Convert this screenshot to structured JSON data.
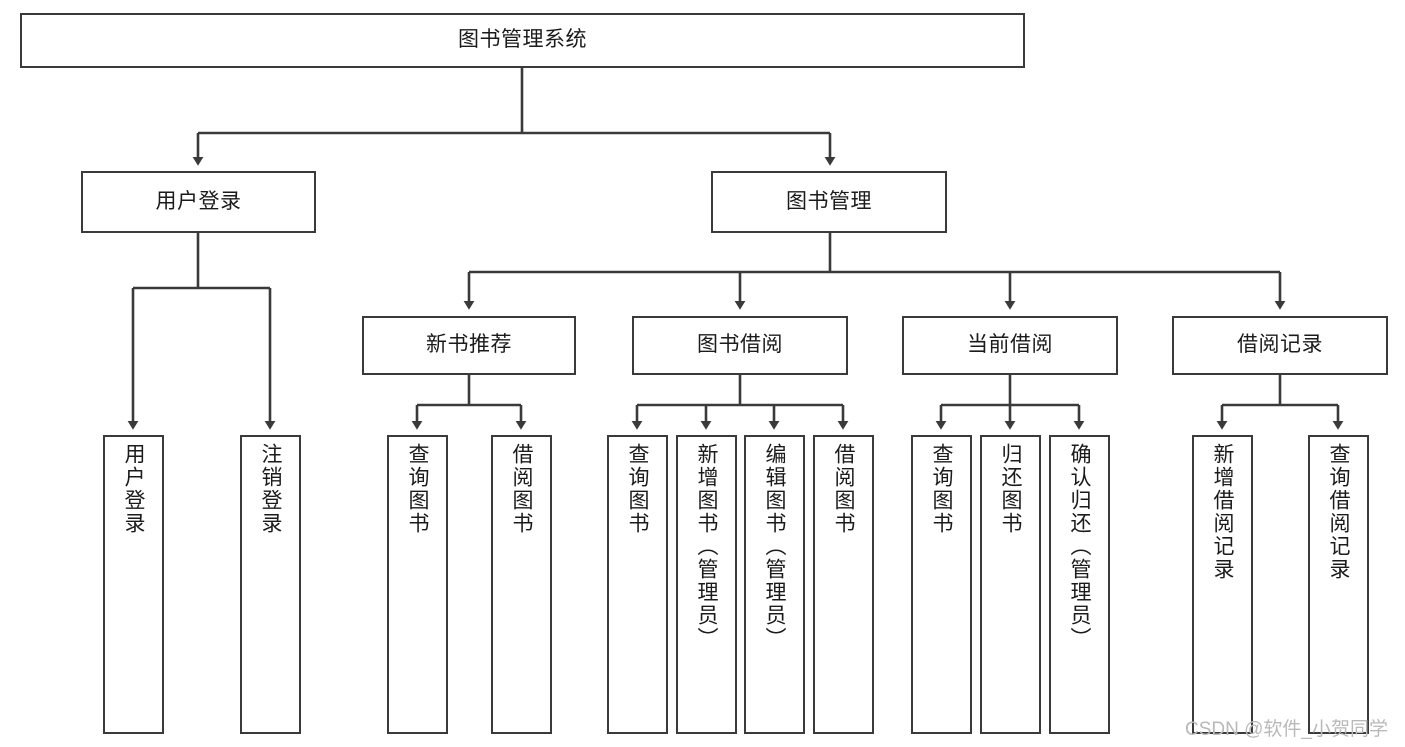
{
  "diagram": {
    "type": "tree",
    "title": "图书管理系统",
    "orientation": "top-down",
    "colors": {
      "box_stroke": "#3a3a3a",
      "box_fill": "#ffffff",
      "edge_stroke": "#3a3a3a",
      "text": "#1b1b1b",
      "watermark": "#b9b9b9",
      "background": "#ffffff"
    },
    "root": {
      "label": "图书管理系统",
      "children": [
        {
          "label": "用户登录",
          "children": [
            {
              "label": "用户登录"
            },
            {
              "label": "注销登录"
            }
          ]
        },
        {
          "label": "图书管理",
          "children": [
            {
              "label": "新书推荐",
              "children": [
                {
                  "label": "查询图书"
                },
                {
                  "label": "借阅图书"
                }
              ]
            },
            {
              "label": "图书借阅",
              "children": [
                {
                  "label": "查询图书"
                },
                {
                  "label": "新增图书（管理员）"
                },
                {
                  "label": "编辑图书（管理员）"
                },
                {
                  "label": "借阅图书"
                }
              ]
            },
            {
              "label": "当前借阅",
              "children": [
                {
                  "label": "查询图书"
                },
                {
                  "label": "归还图书"
                },
                {
                  "label": "确认归还（管理员）"
                }
              ]
            },
            {
              "label": "借阅记录",
              "children": [
                {
                  "label": "新增借阅记录"
                },
                {
                  "label": "查询借阅记录"
                }
              ]
            }
          ]
        }
      ]
    }
  },
  "nodes": {
    "root": "图书管理系统",
    "l2": {
      "user_login": "用户登录",
      "book_manage": "图书管理"
    },
    "l3": {
      "new_book_rec": "新书推荐",
      "book_borrow": "图书借阅",
      "current_borrow": "当前借阅",
      "borrow_record": "借阅记录"
    },
    "leaves": {
      "user_login_1": "用户登录",
      "user_login_2": "注销登录",
      "rec_1": "查询图书",
      "rec_2": "借阅图书",
      "borrow_1": "查询图书",
      "borrow_2": "新增图书（管理员）",
      "borrow_3": "编辑图书（管理员）",
      "borrow_4": "借阅图书",
      "cur_1": "查询图书",
      "cur_2": "归还图书",
      "cur_3": "确认归还（管理员）",
      "rec_log_1": "新增借阅记录",
      "rec_log_2": "查询借阅记录"
    }
  },
  "watermark": {
    "text": "CSDN @软件_小贺同学"
  }
}
